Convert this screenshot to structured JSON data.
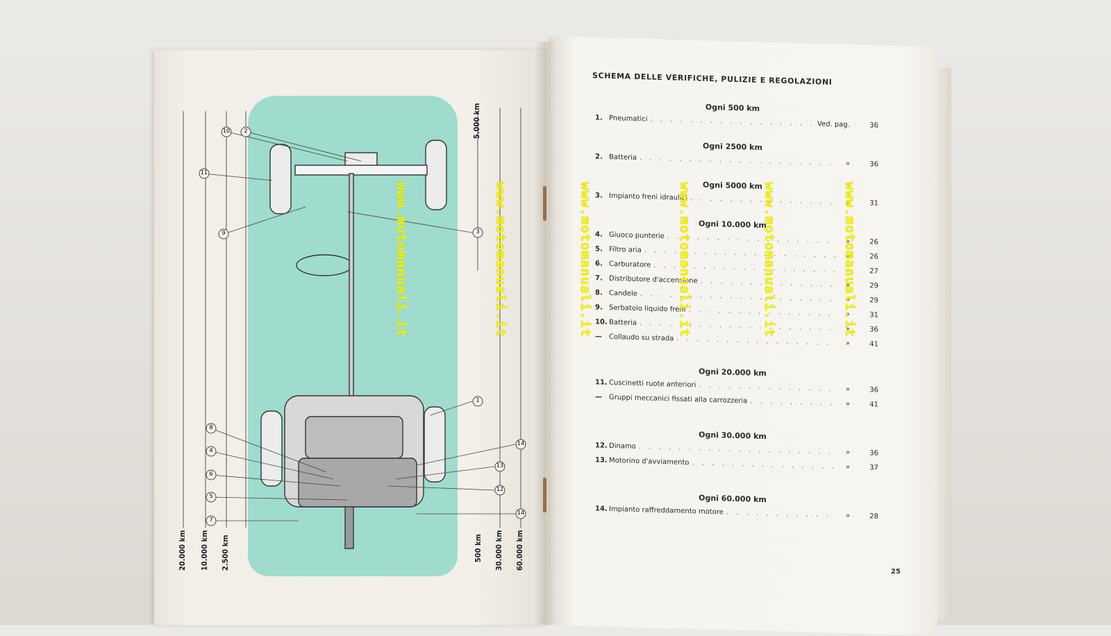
{
  "left_page": {
    "scale_labels": [
      "20.000 km",
      "10.000 km",
      "2.500 km",
      "5.000 km",
      "500 km",
      "30.000 km",
      "60.000 km"
    ],
    "callouts": [
      "10",
      "2",
      "11",
      "9",
      "3",
      "1",
      "8",
      "4",
      "6",
      "5",
      "7",
      "14",
      "13",
      "12",
      "14"
    ]
  },
  "right_page": {
    "title": "SCHEMA DELLE VERIFICHE, PULIZIE E REGOLAZIONI",
    "page_number": "25",
    "sections": [
      {
        "heading": "Ogni 500 km",
        "rows": [
          {
            "num": "1.",
            "label": "Pneumatici",
            "ref": "Ved. pag.",
            "page": "36"
          }
        ]
      },
      {
        "heading": "Ogni 2500 km",
        "rows": [
          {
            "num": "2.",
            "label": "Batteria",
            "ref": "»",
            "page": "36"
          }
        ]
      },
      {
        "heading": "Ogni 5000 km",
        "rows": [
          {
            "num": "3.",
            "label": "Impianto freni idraulici",
            "ref": "»",
            "page": "31"
          }
        ]
      },
      {
        "heading": "Ogni 10.000 km",
        "rows": [
          {
            "num": "4.",
            "label": "Giuoco punterie",
            "ref": "»",
            "page": "26"
          },
          {
            "num": "5.",
            "label": "Filtro aria",
            "ref": "»",
            "page": "26"
          },
          {
            "num": "6.",
            "label": "Carburatore",
            "ref": "»",
            "page": "27"
          },
          {
            "num": "7.",
            "label": "Distributore d'accensione",
            "ref": "»",
            "page": "29"
          },
          {
            "num": "8.",
            "label": "Candele",
            "ref": "»",
            "page": "29"
          },
          {
            "num": "9.",
            "label": "Serbatoio liquido freni",
            "ref": "»",
            "page": "31"
          },
          {
            "num": "10.",
            "label": "Batteria",
            "ref": "»",
            "page": "36"
          },
          {
            "num": "—",
            "label": "Collaudo su strada",
            "ref": "»",
            "page": "41"
          }
        ]
      },
      {
        "heading": "Ogni 20.000 km",
        "rows": [
          {
            "num": "11.",
            "label": "Cuscinetti ruote anteriori",
            "ref": "»",
            "page": "36"
          },
          {
            "num": "—",
            "label": "Gruppi meccanici fissati alla carrozzeria",
            "ref": "»",
            "page": "41"
          }
        ]
      },
      {
        "heading": "Ogni 30.000 km",
        "rows": [
          {
            "num": "12.",
            "label": "Dinamo",
            "ref": "»",
            "page": "36"
          },
          {
            "num": "13.",
            "label": "Motorino d'avviamento",
            "ref": "»",
            "page": "37"
          }
        ]
      },
      {
        "heading": "Ogni 60.000 km",
        "rows": [
          {
            "num": "14.",
            "label": "Impianto raffreddamento motore",
            "ref": "»",
            "page": "28"
          }
        ]
      }
    ]
  },
  "watermark": "www.motomanuali.it",
  "colors": {
    "diagram_fill": "#9fdccd",
    "watermark": "#f4f000"
  }
}
